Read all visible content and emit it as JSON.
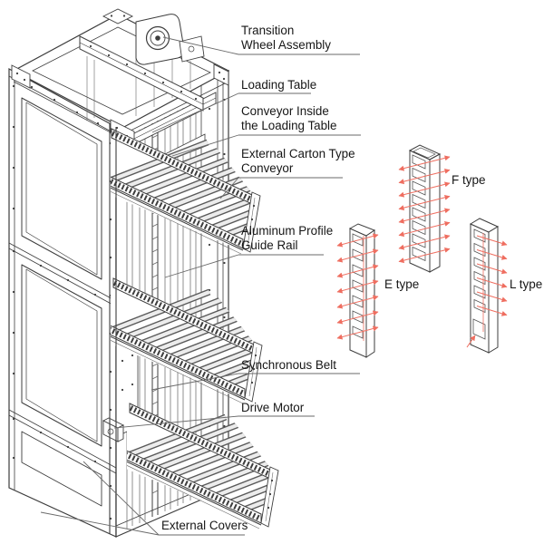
{
  "diagram": {
    "callouts": [
      {
        "id": "transition-wheel-assembly",
        "line1": "Transition",
        "line2": "Wheel Assembly"
      },
      {
        "id": "loading-table",
        "line1": "Loading Table",
        "line2": ""
      },
      {
        "id": "conveyor-inside-loading-table",
        "line1": "Conveyor Inside",
        "line2": "the Loading Table"
      },
      {
        "id": "external-carton-type-conveyor",
        "line1": "External Carton Type",
        "line2": "Conveyor"
      },
      {
        "id": "aluminum-profile-guide-rail",
        "line1": "Aluminum Profile",
        "line2": "Guide Rail"
      },
      {
        "id": "synchronous-belt",
        "line1": "Synchronous Belt",
        "line2": ""
      },
      {
        "id": "drive-motor",
        "line1": "Drive Motor",
        "line2": ""
      },
      {
        "id": "external-covers",
        "line1": "External Covers",
        "line2": ""
      }
    ],
    "profiles": [
      {
        "id": "f-type",
        "label": "F type"
      },
      {
        "id": "e-type",
        "label": "E type"
      },
      {
        "id": "l-type",
        "label": "L type"
      }
    ],
    "colors": {
      "line": "#3d3d3d",
      "accent_red": "#ef6e60",
      "text": "#161616",
      "background": "#ffffff"
    }
  }
}
